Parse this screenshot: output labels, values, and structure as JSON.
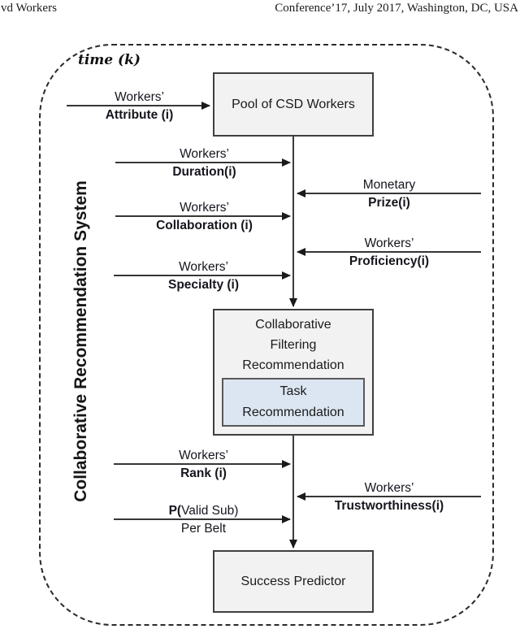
{
  "colors": {
    "diagram-line": "#1a1a1a",
    "box-fill": "#f2f2f2",
    "box-border": "#3f3f3f",
    "task-fill": "#dce6f2",
    "task-border": "#595959",
    "label-text": "#15151d",
    "boundary": "#2b2b2b"
  },
  "header": {
    "left": "vd Workers",
    "right": "Conference’17, July 2017, Washington, DC, USA"
  },
  "diagram": {
    "time_label": "time (k)",
    "system_label": "Collaborative Recommendation System",
    "boxes": {
      "pool": {
        "label": "Pool of CSD Workers"
      },
      "cf": {
        "line1": "Collaborative",
        "line2": "Filtering",
        "line3": "Recommendation"
      },
      "task": {
        "line1": "Task",
        "line2": "Recommendation"
      },
      "success": {
        "label": "Success Predictor"
      }
    },
    "flows": {
      "attribute": {
        "line1": "Workers’",
        "line2": "Attribute (i)"
      },
      "duration": {
        "line1": "Workers’",
        "line2": "Duration(i)"
      },
      "collaboration": {
        "line1": "Workers’",
        "line2": "Collaboration (i)"
      },
      "specialty": {
        "line1": "Workers’",
        "line2": "Specialty (i)"
      },
      "monetary": {
        "line1": "Monetary",
        "line2": "Prize(i)"
      },
      "proficiency": {
        "line1": "Workers’",
        "line2": "Proficiency(i)"
      },
      "rank": {
        "line1": "Workers’",
        "line2": "Rank (i)"
      },
      "pvalid": {
        "line1_bold": "P(",
        "line1_rest": "Valid Sub)",
        "line2": "Per Belt"
      },
      "trustworthiness": {
        "line1": "Workers’",
        "line2": "Trustworthiness(i)"
      }
    }
  }
}
